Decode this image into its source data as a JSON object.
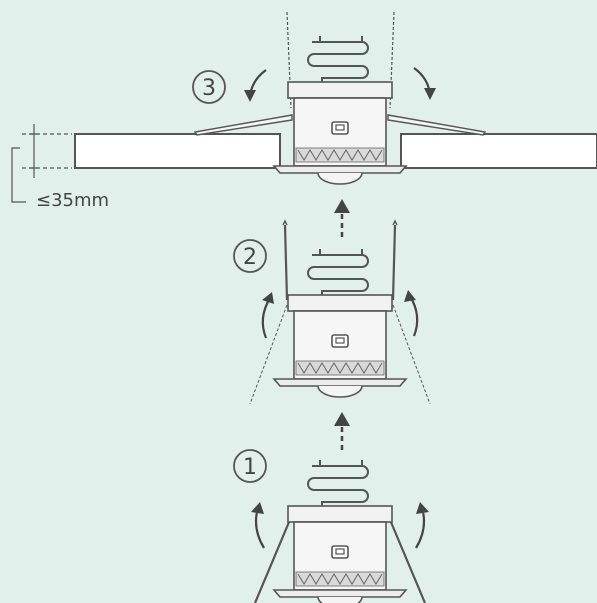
{
  "steps": [
    {
      "number": "3"
    },
    {
      "number": "2"
    },
    {
      "number": "1"
    }
  ],
  "ceiling": {
    "thickness_label": "≤35mm"
  },
  "icons": {
    "step_direction": "dashed-up-arrow-icon",
    "clip_motion": "curved-arrow-icon"
  },
  "colors": {
    "background": "#e1f0ea",
    "ceiling_panel": "#ffffff",
    "device_body": "#f2f2f2",
    "line": "#555555"
  }
}
